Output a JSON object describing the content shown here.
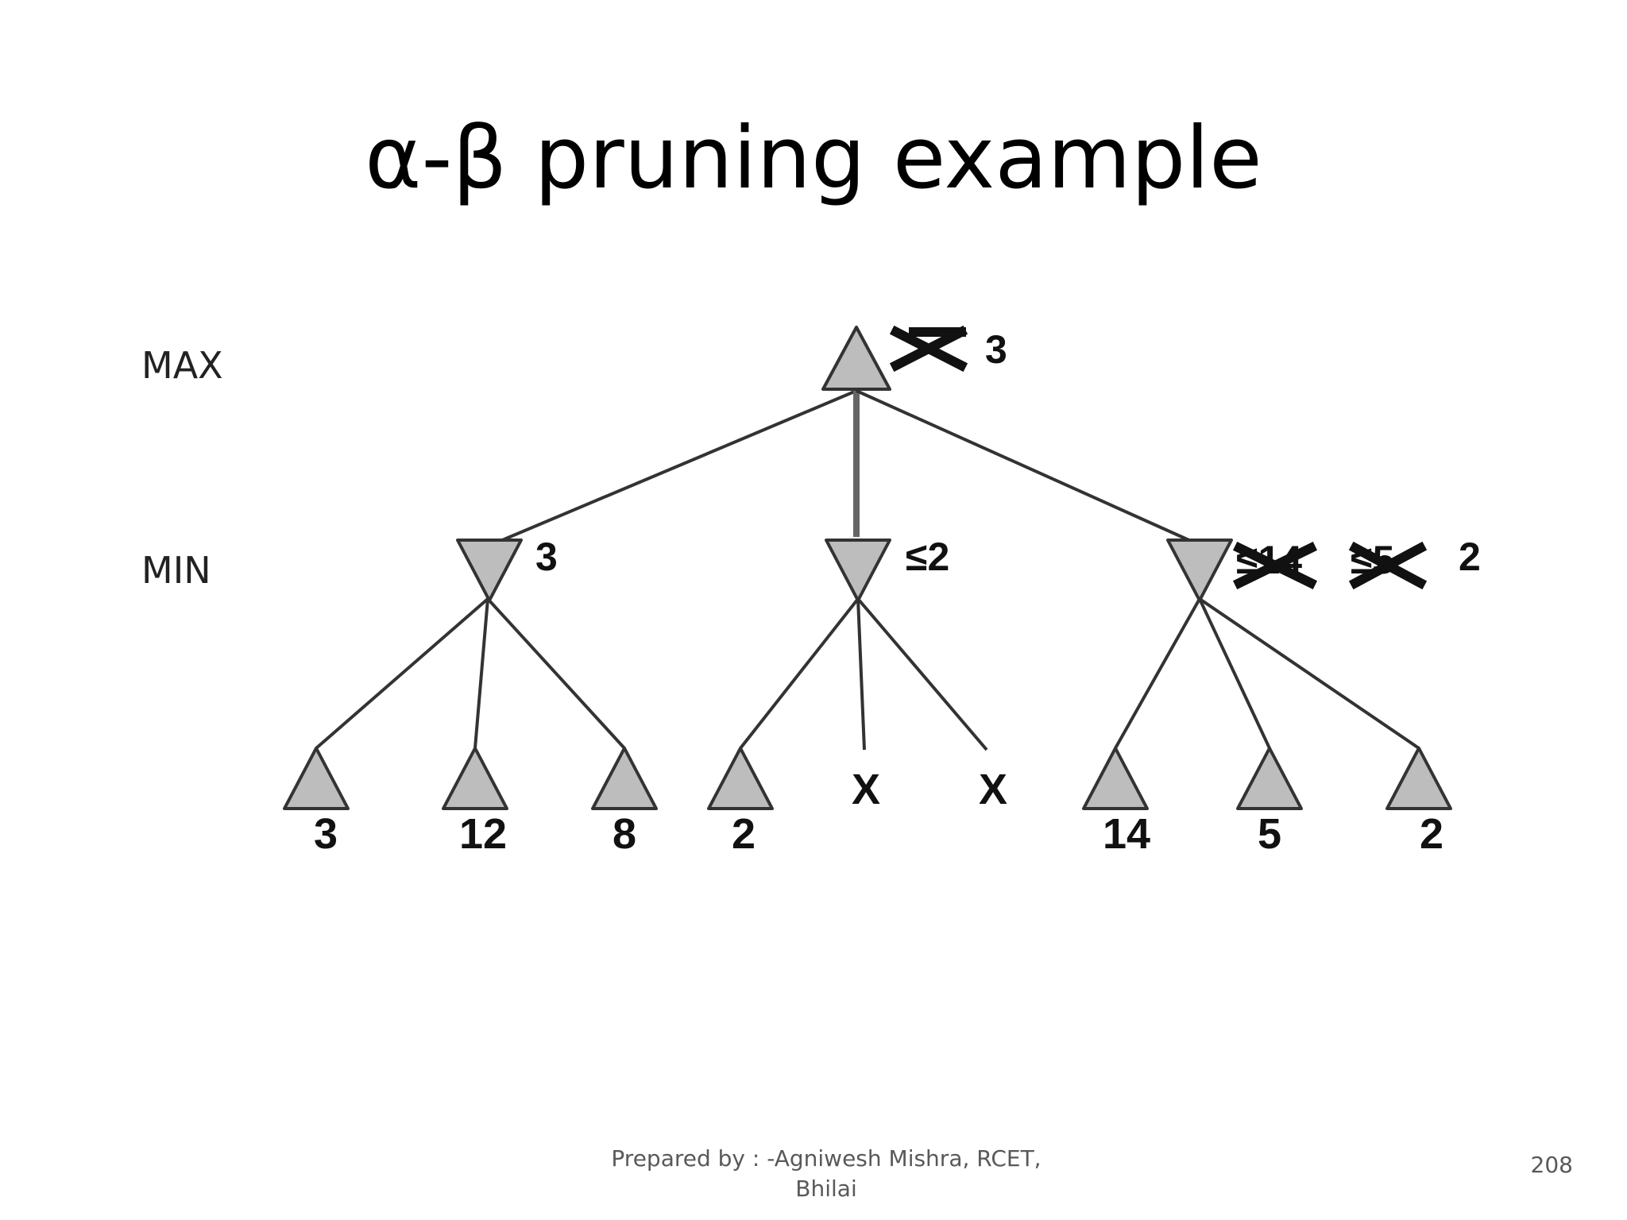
{
  "slide": {
    "title": "α-β pruning example",
    "footer_line1": "Prepared by : -Agniwesh Mishra, RCET,",
    "footer_line2": "Bhilai",
    "page_number": "208"
  },
  "diagram": {
    "levels": {
      "max": "MAX",
      "min": "MIN"
    },
    "root": {
      "value": "3",
      "crossed_out": true
    },
    "min_nodes": [
      {
        "id": "min-1",
        "bound": "3",
        "crossed": [],
        "leaves": [
          "3",
          "12",
          "8"
        ]
      },
      {
        "id": "min-2",
        "bound": "≤2",
        "crossed": [],
        "leaves": [
          "2",
          "X",
          "X"
        ]
      },
      {
        "id": "min-3",
        "bound": "2",
        "crossed": [
          "≤14",
          "≤5"
        ],
        "leaves": [
          "14",
          "5",
          "2"
        ]
      }
    ],
    "colors": {
      "node_fill": "#bdbdbd",
      "node_stroke": "#333333",
      "edge": "#333333"
    }
  }
}
